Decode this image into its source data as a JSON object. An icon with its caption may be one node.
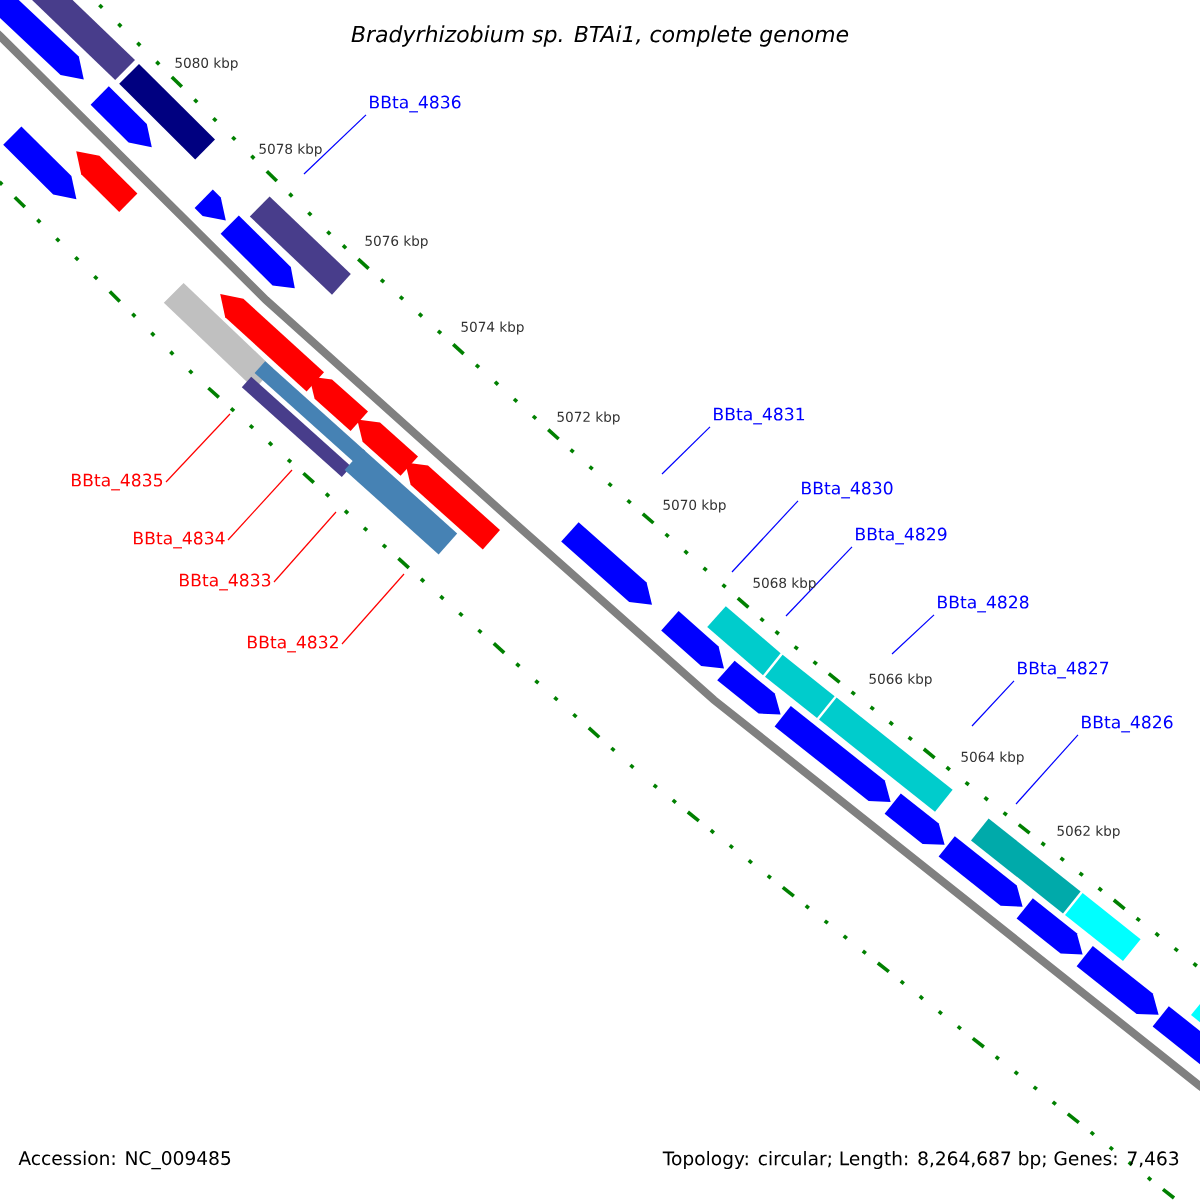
{
  "diagram": {
    "title": "Bradyrhizobium sp. BTAi1, complete genome",
    "nodes": [
      {
        "text": [
          "BBta_4836"
        ]
      },
      {
        "text": [
          "BBta_4831"
        ]
      },
      {
        "text": [
          "BBta_4835"
        ]
      },
      {
        "text": [
          "BBta_4830"
        ]
      },
      {
        "text": [
          "BBta_4829"
        ]
      },
      {
        "text": [
          "BBta_4834"
        ]
      },
      {
        "text": [
          "BBta_4833"
        ]
      },
      {
        "text": [
          "BBta_4828"
        ]
      },
      {
        "text": [
          "BBta_4832"
        ]
      },
      {
        "text": [
          "BBta_4827"
        ]
      },
      {
        "text": [
          "BBta_4826"
        ]
      }
    ],
    "edges": [
      {
        "from": 0,
        "to": null,
        "arrow": "none"
      },
      {
        "from": 1,
        "to": null,
        "arrow": "none"
      },
      {
        "from": 2,
        "to": null,
        "arrow": "none",
        "color": "#ff0000"
      },
      {
        "from": 3,
        "to": null,
        "arrow": "none"
      },
      {
        "from": 4,
        "to": null,
        "arrow": "none"
      },
      {
        "from": 5,
        "to": null,
        "arrow": "none",
        "color": "#ff0000"
      },
      {
        "from": 6,
        "to": null,
        "arrow": "none",
        "color": "#ff0000"
      },
      {
        "from": 7,
        "to": null,
        "arrow": "none"
      },
      {
        "from": 8,
        "to": null,
        "arrow": "none",
        "color": "#ff0000"
      },
      {
        "from": 9,
        "to": null,
        "arrow": "none"
      },
      {
        "from": 10,
        "to": null,
        "arrow": "none"
      }
    ],
    "labels": [
      "5080 kbp",
      "5078 kbp",
      "5076 kbp",
      "5074 kbp",
      "5072 kbp",
      "5070 kbp",
      "5068 kbp",
      "5066 kbp",
      "5064 kbp",
      "5062 kbp",
      "Accession: NC_009485",
      "Topology: circular; Length: 8,264,687 bp; Genes: 7,463"
    ]
  }
}
